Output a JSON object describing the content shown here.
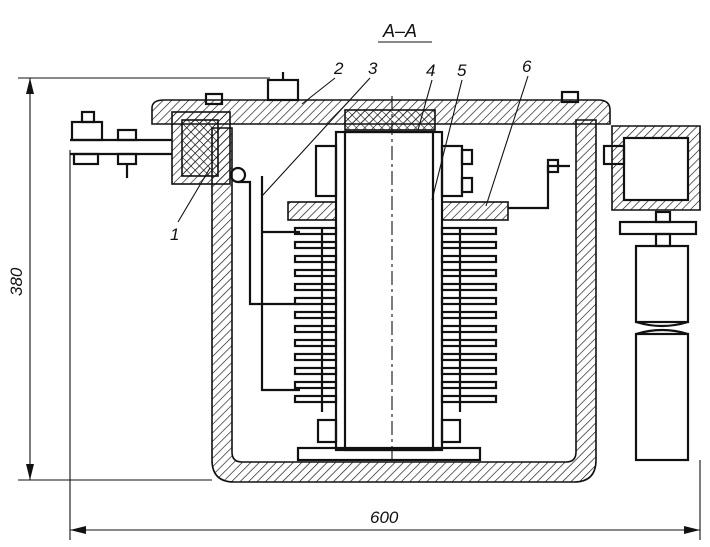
{
  "section_title": "A–A",
  "callouts": {
    "c1": "1",
    "c2": "2",
    "c3": "3",
    "c4": "4",
    "c5": "5",
    "c6": "6"
  },
  "dimensions": {
    "height": "380",
    "width": "600"
  }
}
